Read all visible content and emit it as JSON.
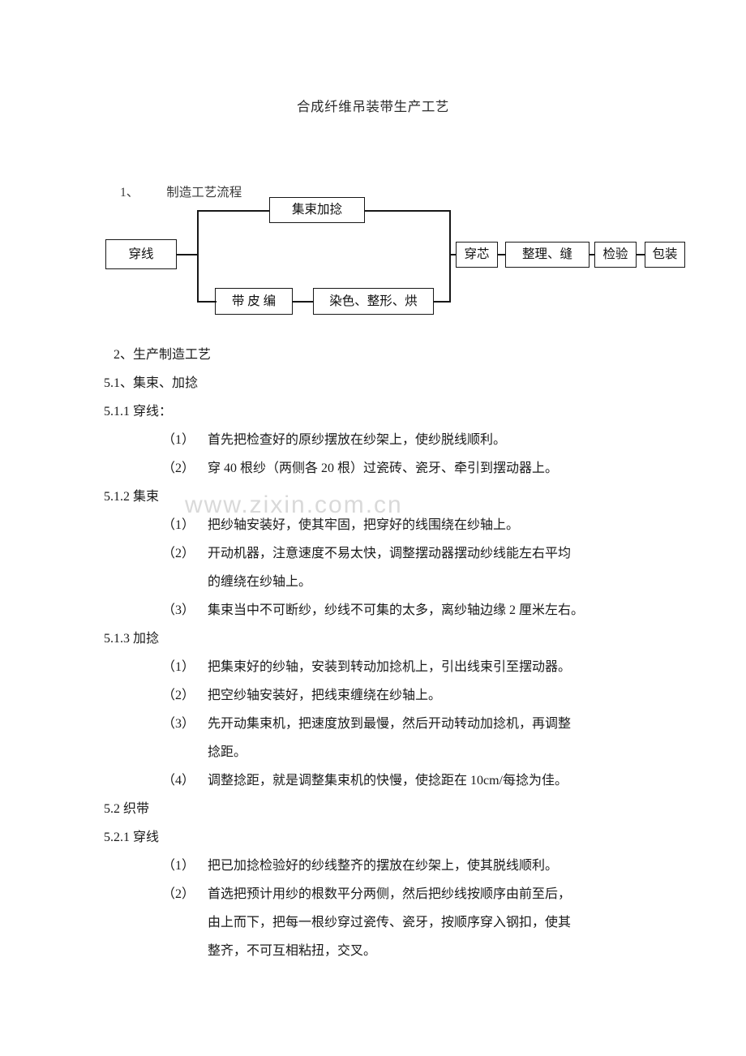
{
  "document": {
    "title": "合成纤维吊装带生产工艺",
    "watermark": "www.zixin.com.cn"
  },
  "flowchart": {
    "heading_number": "1、",
    "heading_label": "制造工艺流程",
    "boxes": {
      "start": "穿线",
      "top_branch": "集束加捻",
      "bottom_branch_1": "带 皮 编",
      "bottom_branch_2": "染色、整形、烘",
      "merge": "穿芯",
      "step_4": "整理、缝",
      "step_5": "检验",
      "step_6": "包装"
    }
  },
  "sections": {
    "s2_heading": "2、生产制造工艺",
    "s51_heading": "5.1、集束、加捻",
    "s511_heading": "5.1.1 穿线：",
    "s511_items": [
      {
        "marker": "（1）",
        "lines": [
          "首先把检查好的原纱摆放在纱架上，使纱脱线顺利。"
        ]
      },
      {
        "marker": "（2）",
        "lines": [
          "穿 40 根纱（两侧各 20 根）过瓷砖、瓷牙、牵引到摆动器上。"
        ]
      }
    ],
    "s512_heading": "5.1.2 集束",
    "s512_items": [
      {
        "marker": "（1）",
        "lines": [
          "把纱轴安装好，使其牢固，把穿好的线围绕在纱轴上。"
        ]
      },
      {
        "marker": "（2）",
        "lines": [
          "开动机器，注意速度不易太快，调整摆动器摆动纱线能左右平均",
          "的缠绕在纱轴上。"
        ]
      },
      {
        "marker": "（3）",
        "lines": [
          "集束当中不可断纱，纱线不可集的太多，离纱轴边缘 2 厘米左右。"
        ]
      }
    ],
    "s513_heading": "5.1.3 加捻",
    "s513_items": [
      {
        "marker": "（1）",
        "lines": [
          "把集束好的纱轴，安装到转动加捻机上，引出线束引至摆动器。"
        ]
      },
      {
        "marker": "（2）",
        "lines": [
          "把空纱轴安装好，把线束缠绕在纱轴上。"
        ]
      },
      {
        "marker": "（3）",
        "lines": [
          "先开动集束机，把速度放到最慢，然后开动转动加捻机，再调整",
          "捻距。"
        ]
      },
      {
        "marker": "（4）",
        "lines": [
          "调整捻距，就是调整集束机的快慢，使捻距在 10cm/每捻为佳。"
        ]
      }
    ],
    "s52_heading": "5.2  织带",
    "s521_heading": "5.2.1 穿线",
    "s521_items": [
      {
        "marker": "（1）",
        "lines": [
          "把已加捻检验好的纱线整齐的摆放在纱架上，使其脱线顺利。"
        ]
      },
      {
        "marker": "（2）",
        "lines": [
          "首选把预计用纱的根数平分两侧，然后把纱线按顺序由前至后，",
          "由上而下，把每一根纱穿过瓷传、瓷牙，按顺序穿入钢扣，使其",
          "整齐，不可互相粘扭，交叉。"
        ]
      }
    ]
  }
}
